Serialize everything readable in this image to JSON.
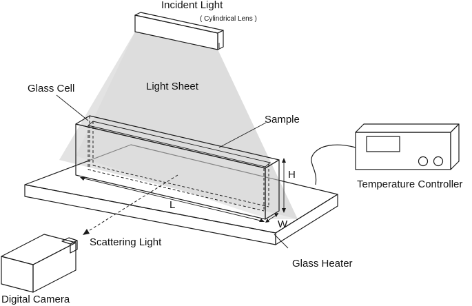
{
  "labels": {
    "incident_light": "Incident Light",
    "cylindrical_lens": "( Cylindrical Lens )",
    "light_sheet": "Light Sheet",
    "glass_cell": "Glass Cell",
    "sample": "Sample",
    "temperature_controller": "Temperature Controller",
    "dim_h": "H",
    "dim_l": "L",
    "dim_w": "W",
    "scattering_light": "Scattering Light",
    "glass_heater": "Glass  Heater",
    "digital_camera": "Digital Camera"
  },
  "colors": {
    "line": "#1a1a1a",
    "light_sheet": "#d9d9d9",
    "background": "#ffffff"
  }
}
